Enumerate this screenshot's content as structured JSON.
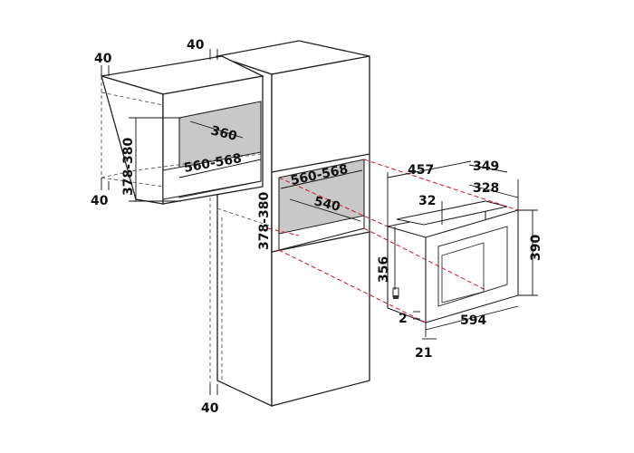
{
  "dimensions": {
    "wall_top_gap": "40",
    "wall_bottom_gap": "40",
    "tall_top_gap": "40",
    "tall_bottom_gap": "40",
    "wall_depth": "360",
    "wall_width": "560-568",
    "wall_height": "378-380",
    "tall_width": "560-568",
    "tall_depth": "540",
    "tall_height": "378-380",
    "oven_depth_total": "457",
    "oven_depth_body": "349",
    "oven_depth_inner": "328",
    "oven_frame_offset": "32",
    "oven_height": "390",
    "oven_body_height": "356",
    "oven_foot": "2",
    "oven_width": "594",
    "oven_frame": "21"
  }
}
